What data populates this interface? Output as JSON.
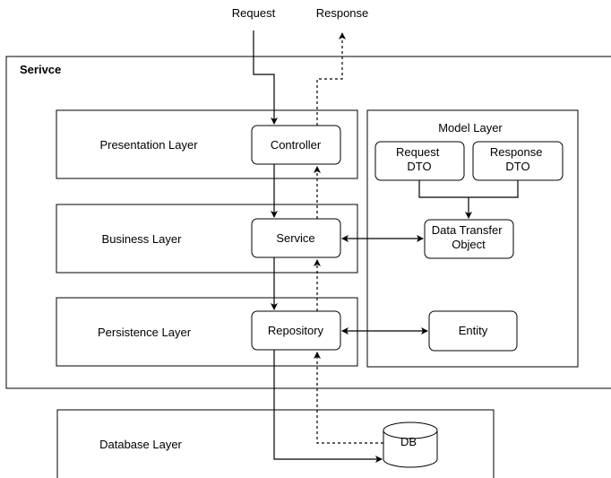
{
  "labels": {
    "request": "Request",
    "response": "Response",
    "service_container": "Serivce",
    "presentation_layer": "Presentation Layer",
    "business_layer": "Business Layer",
    "persistence_layer": "Persistence Layer",
    "database_layer": "Database Layer",
    "model_layer": "Model Layer"
  },
  "components": {
    "controller": "Controller",
    "service": "Service",
    "repository": "Repository",
    "request_dto": [
      "Request",
      "DTO"
    ],
    "response_dto": [
      "Response",
      "DTO"
    ],
    "data_transfer_object": [
      "Data Transfer",
      "Object"
    ],
    "entity": "Entity",
    "db": "DB"
  }
}
